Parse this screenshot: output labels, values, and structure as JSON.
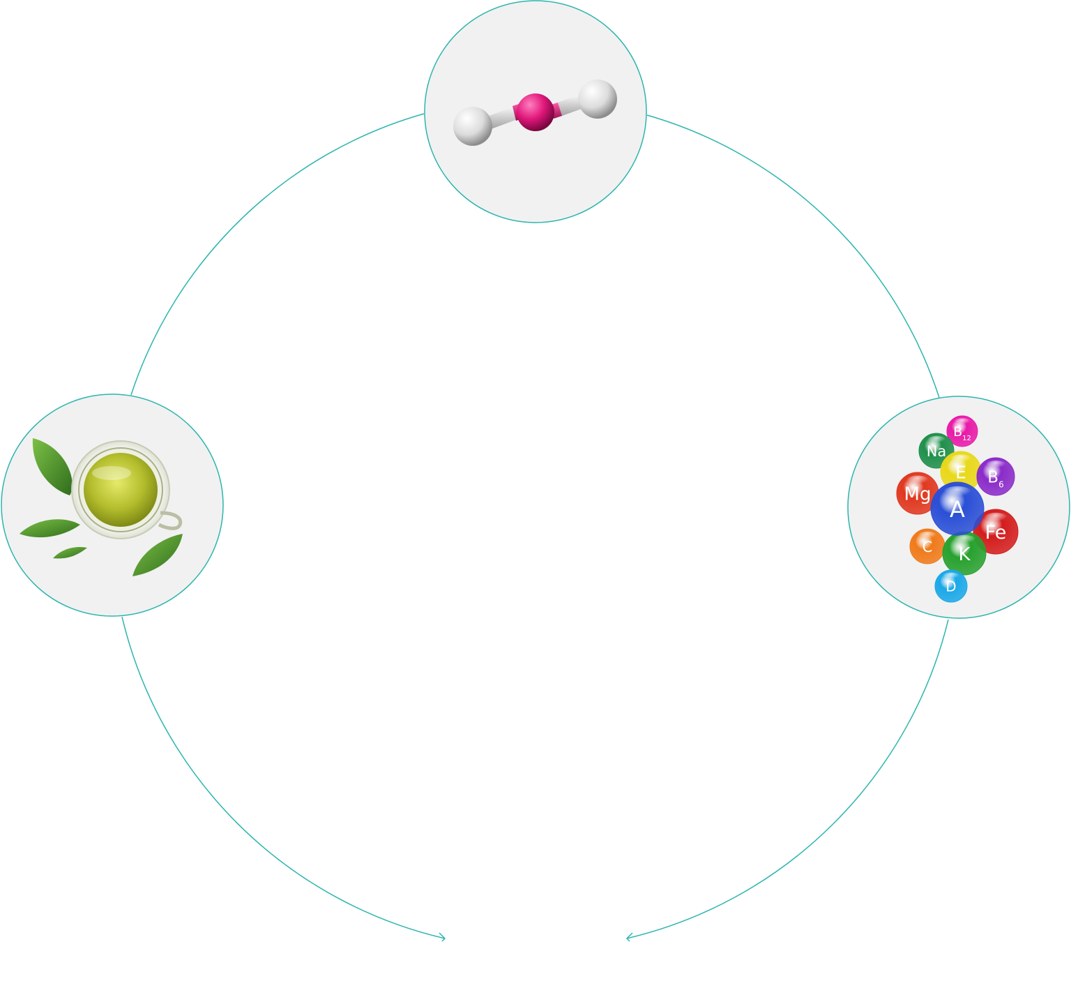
{
  "colors": {
    "ring": "#2bb5ad",
    "node_fill": "#f1f1f1",
    "molecule_core": "#e0177a",
    "molecule_atom": "#eeeeee",
    "tea": "#b3bd2c",
    "leaf": "#4f8f2a"
  },
  "nodes": [
    {
      "id": "molecule",
      "icon": "molecule-icon"
    },
    {
      "id": "green-tea",
      "icon": "green-tea-icon"
    },
    {
      "id": "vitamins",
      "icon": "vitamins-minerals-icon"
    }
  ],
  "vitamin_balls": [
    {
      "symbol": "B",
      "sub": "12",
      "color": "#e81aa8"
    },
    {
      "symbol": "Na",
      "sub": "",
      "color": "#1f8f4a"
    },
    {
      "symbol": "E",
      "sub": "",
      "color": "#e9d81a"
    },
    {
      "symbol": "B",
      "sub": "6",
      "color": "#8a2bc9"
    },
    {
      "symbol": "Mg",
      "sub": "",
      "color": "#e0381f"
    },
    {
      "symbol": "A",
      "sub": "",
      "color": "#2a4fd6"
    },
    {
      "symbol": "Fe",
      "sub": "",
      "color": "#d41c1c"
    },
    {
      "symbol": "C",
      "sub": "",
      "color": "#f07a1a"
    },
    {
      "symbol": "K",
      "sub": "",
      "color": "#27a12e"
    },
    {
      "symbol": "D",
      "sub": "",
      "color": "#1aa8e8"
    }
  ]
}
